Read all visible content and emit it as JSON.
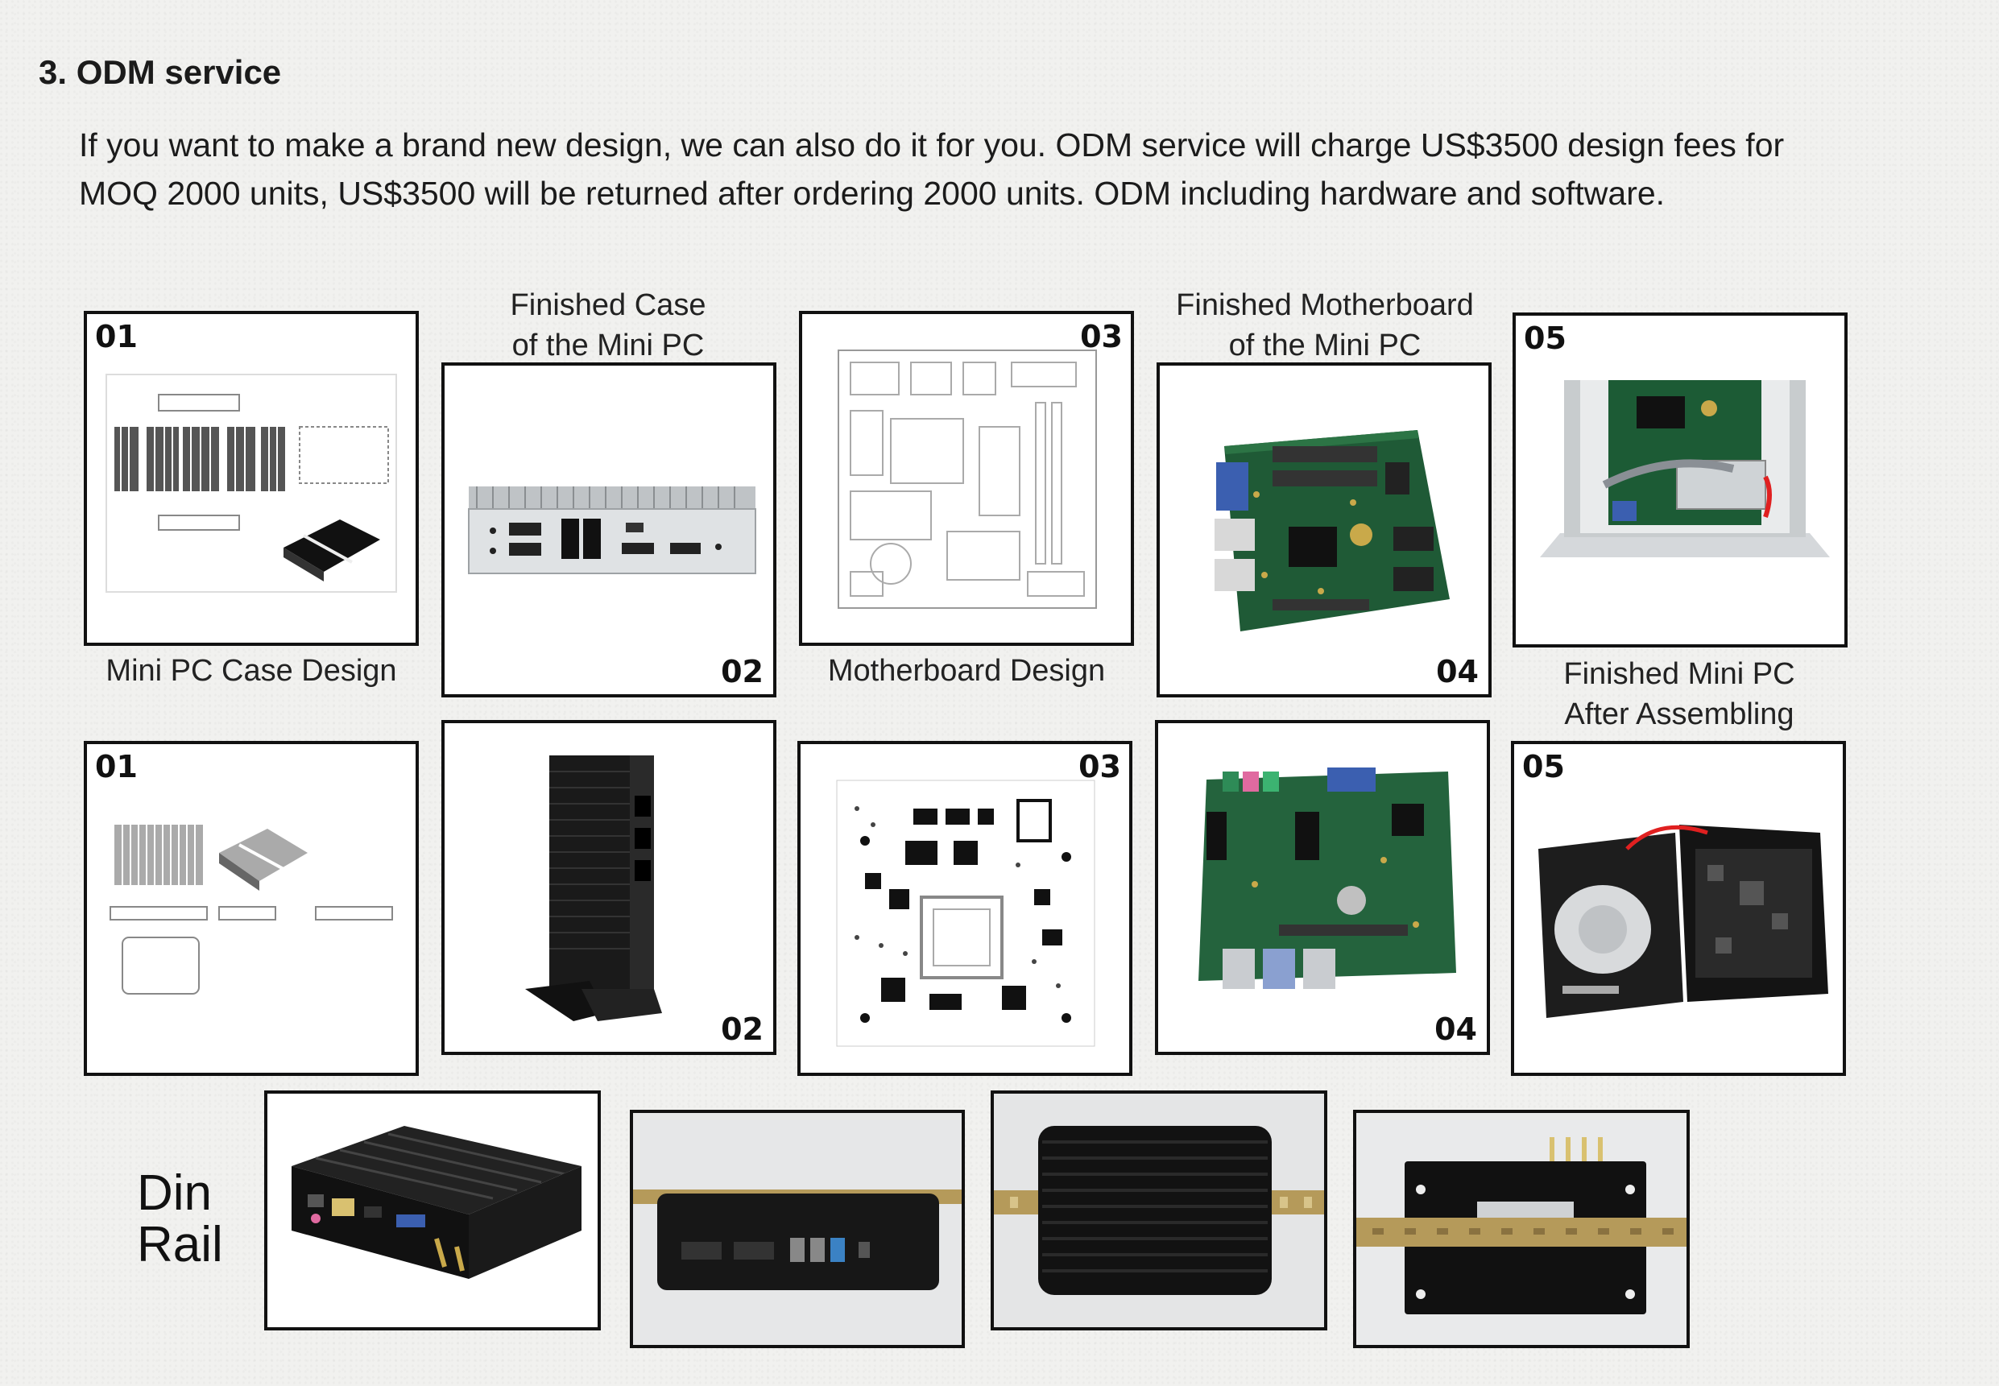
{
  "section": {
    "title": "3. ODM service",
    "para_lines": [
      "If you want to make a brand new design, we can also do it for you. ODM service will charge US$3500 design fees for",
      "MOQ 2000 units, US$3500 will be returned after ordering 2000 units. ODM including hardware and software."
    ]
  },
  "captions": {
    "c1": "Mini PC Case Design",
    "c2_lines": [
      "Finished Case",
      "of the Mini PC"
    ],
    "c3": "Motherboard Design",
    "c4_lines": [
      "Finished Motherboard",
      "of the Mini PC"
    ],
    "c5_lines": [
      "Finished Mini PC",
      "After Assembling"
    ]
  },
  "numbers": {
    "n1": "01",
    "n2": "02",
    "n3": "03",
    "n4": "04",
    "n5": "05"
  },
  "din_rail": {
    "line1": "Din",
    "line2": "Rail"
  }
}
